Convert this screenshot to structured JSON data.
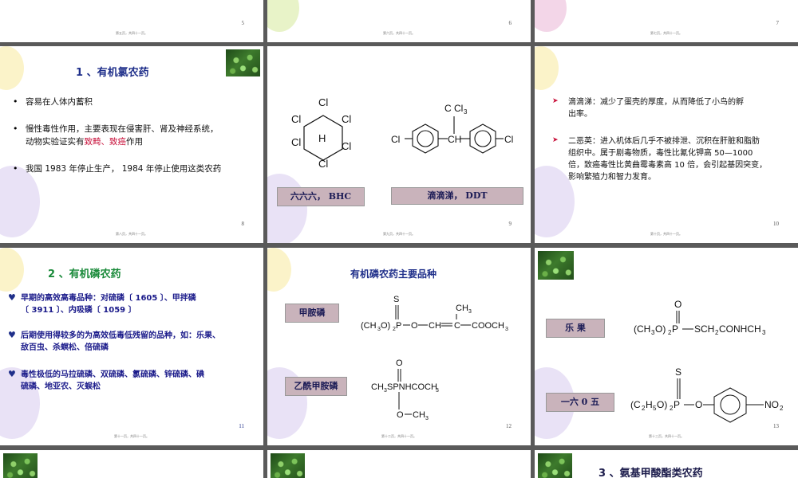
{
  "slides": {
    "s5": {
      "num": "5",
      "footer": "第五页，共四十一页。"
    },
    "s6": {
      "num": "6",
      "footer": "第六页，共四十一页。"
    },
    "s7": {
      "num": "7",
      "footer": "第七页，共四十一页。"
    },
    "s8": {
      "num": "8",
      "footer": "第八页，共四十一页。",
      "title": "1 、有机氯农药",
      "b1": "容易在人体内蓄积",
      "b2a": "慢性毒性作用，主要表现在侵害肝、肾及神经系统，",
      "b2b": "动物实验证实有",
      "b2red": "致畸、致癌",
      "b2c": "作用",
      "b3": "我国 1983 年停止生产， 1984 年停止使用这类农药"
    },
    "s9": {
      "num": "9",
      "footer": "第九页，共四十一页。",
      "label1": "六六六， BHC",
      "label2": "滴滴涕， DDT"
    },
    "s10": {
      "num": "10",
      "footer": "第十页，共四十一页。",
      "b1a": "滴滴涕：减少了蛋壳的厚度，从而降低了小鸟的孵",
      "b1b": "出率。",
      "b2a": "二恶英：进入机体后几乎不被排泄、沉积在肝脏和脂肪",
      "b2b": "组织中。属于剧毒物质，毒性比氰化钾高 50—1000",
      "b2c": "倍，致癌毒性比黄曲霉毒素高 10 倍，会引起基因突变，",
      "b2d": "影响繁殖力和智力发育。"
    },
    "s11": {
      "num": "11",
      "footer": "第十一页，共四十一页。",
      "title": "2 、有机磷农药",
      "b1a": "早期的高效高毒品种：对硫磷〔 1605 〕、甲拌磷",
      "b1b": "〔 3911 〕、内吸磷〔 1059 〕",
      "b2a": "后期使用得较多的为高效低毒低残留的品种，如：乐果、",
      "b2b": "敌百虫、杀螟松、倍硫磷",
      "b3a": "毒性极低的马拉硫磷、双硫磷、氯硫磷、锌硫磷、碘",
      "b3b": "硫磷、地亚农、灭蜈松"
    },
    "s12": {
      "num": "12",
      "footer": "第十二页，共四十一页。",
      "title": "有机磷农药主要品种",
      "label1": "甲胺磷",
      "label2": "乙酰甲胺磷"
    },
    "s13": {
      "num": "13",
      "footer": "第十三页，共四十一页。",
      "label1": "乐 果",
      "label2": "一六 0 五"
    },
    "s16": {
      "title": "3 、氨基甲酸酯类农药"
    }
  },
  "colors": {
    "title": "#1f2f8a",
    "red": "#c8103a",
    "tag": "#c9b3bb",
    "arrow": "#c8103a",
    "heart": "#1f2f8a"
  },
  "icons": {
    "plant": "plant-photo",
    "balloon": "balloon-decoration",
    "arrow": "arrow-bullet-icon",
    "heart": "heart-bullet-icon"
  }
}
